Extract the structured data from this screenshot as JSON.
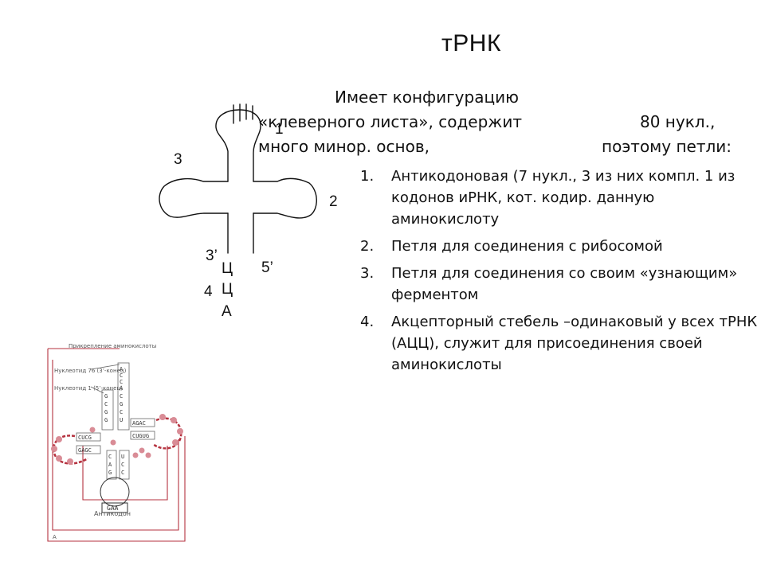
{
  "slide": {
    "title": "тРНК",
    "intro_lines": [
      "Имеет конфигурацию",
      "«клеверного листа», содержит",
      "80 нукл.,",
      "много минор. основ,",
      "поэтому петли:"
    ],
    "list": [
      {
        "num": "1.",
        "text": "Антикодоновая (7 нукл., 3 из них компл. 1 из кодонов иРНК, кот. кодир. данную аминокислоту"
      },
      {
        "num": "2.",
        "text": "Петля для соединения с рибосомой"
      },
      {
        "num": "3.",
        "text": "Петля для соединения со своим «узнающим» ферментом"
      },
      {
        "num": "4.",
        "text": "Акцепторный стебель –одинаковый у всех тРНК (АЦЦ), служит для присоединения своей аминокислоты"
      }
    ]
  },
  "schematic": {
    "labels": {
      "loop1": "1",
      "loop2": "2",
      "loop3": "3",
      "stem4": "4",
      "end3": "3’",
      "end5": "5’",
      "cca": [
        "Ц",
        "Ц",
        "А"
      ]
    },
    "stroke_color": "#111111"
  },
  "detail_figure": {
    "title": "Прикрепление аминокислоты",
    "label_3end": "Нуклеотид 76 (3’-конец)",
    "label_5end": "Нуклеотид 1 (5’-конец)",
    "anticodon_label": "Антикодон",
    "corner_mark": "А",
    "anticodon_bases": "GAA",
    "highlight_color": "#d98c96",
    "line_color": "#b5323f"
  }
}
